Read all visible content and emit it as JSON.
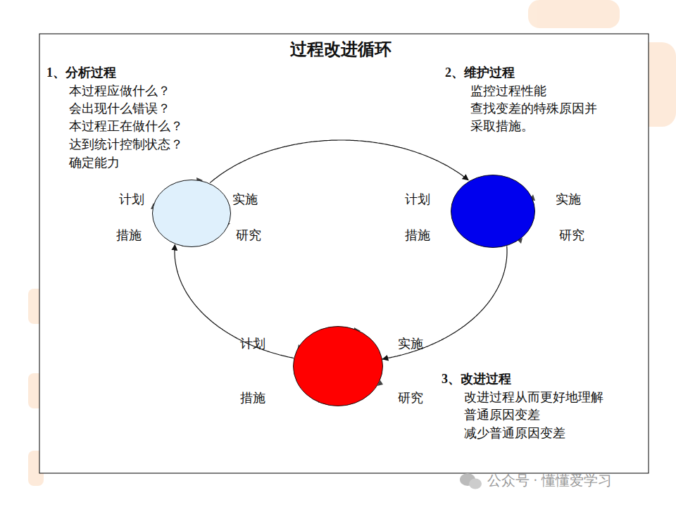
{
  "diagram": {
    "title": "过程改进循环",
    "nodes": [
      {
        "text": [
          "计划",
          "实施",
          "措施",
          "研究"
        ]
      },
      {
        "text": [
          "计划",
          "实施",
          "措施",
          "研究"
        ]
      },
      {
        "text": [
          "计划",
          "实施",
          "措施",
          "研究"
        ]
      }
    ],
    "edges": [
      {
        "from": 0,
        "to": 1,
        "arrow": "to"
      },
      {
        "from": 1,
        "to": 2,
        "arrow": "to"
      },
      {
        "from": 2,
        "to": 0,
        "arrow": "to"
      }
    ],
    "labels": [
      "1、分析过程",
      "本过程应做什么？",
      "会出现什么错误？",
      "本过程正在做什么？",
      "达到统计控制状态？",
      "确定能力",
      "2、维护过程",
      "监控过程性能",
      "查找变差的特殊原因并 采取措施。",
      "3、改进过程",
      "改进过程从而更好地理解 普通原因变差",
      "减少普通原因变差",
      "公众号 · 懂懂爱学习"
    ]
  }
}
